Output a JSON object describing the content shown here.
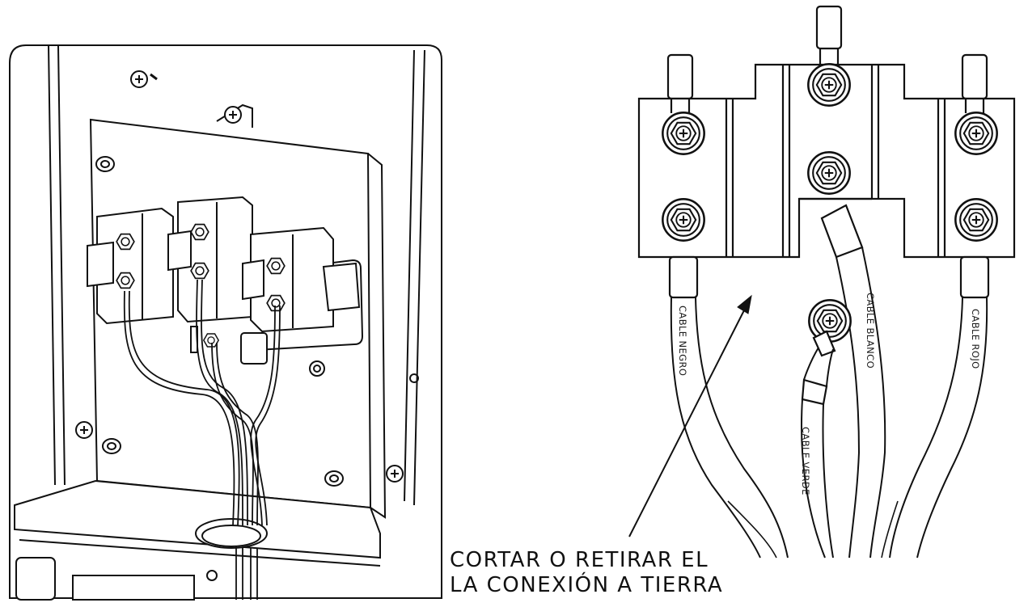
{
  "callout": {
    "line1": "CORTAR O RETIRAR EL",
    "line2": "LA CONEXIÓN A TIERRA"
  },
  "wires": {
    "black": "CABLE NEGRO",
    "white": "CABLE BLANCO",
    "red": "CABLE ROJO",
    "green": "CABLE VERDE"
  }
}
